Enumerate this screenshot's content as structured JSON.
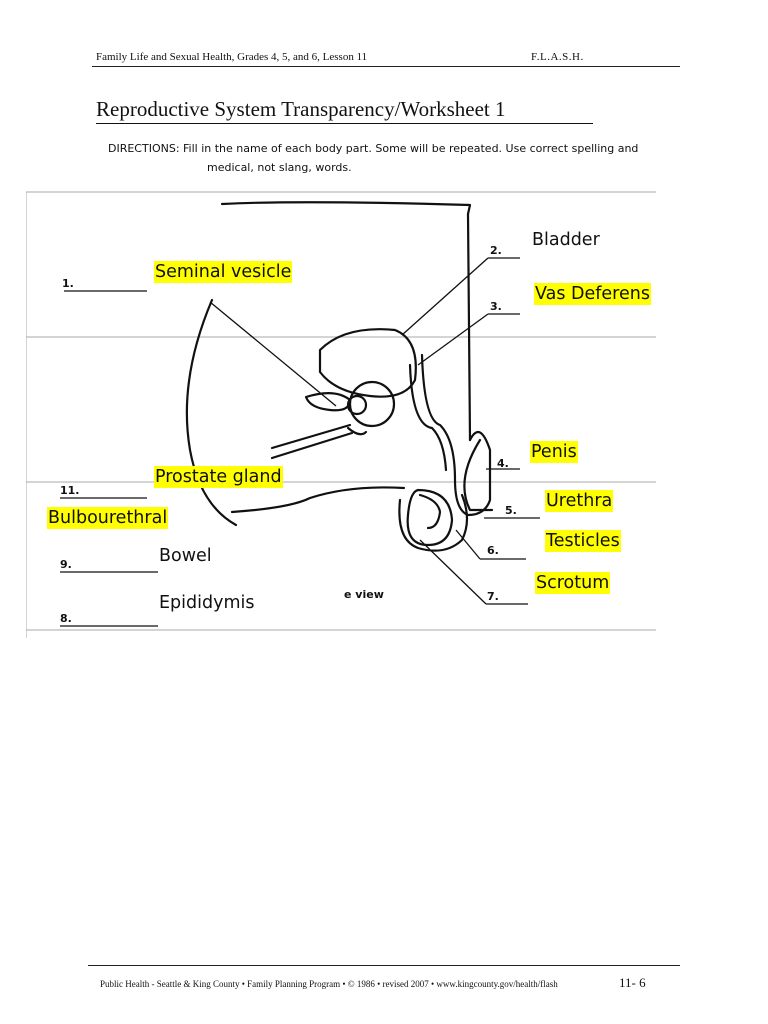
{
  "header": {
    "course": "Family Life and Sexual Health, Grades 4, 5, and 6, Lesson 11",
    "program": "F.L.A.S.H."
  },
  "title": "Reproductive System Transparency/Worksheet 1",
  "directions": {
    "line1": "DIRECTIONS: Fill in the name of each body part.  Some will be repeated.  Use correct spelling and",
    "line2": "medical, not slang, words."
  },
  "diagram": {
    "numbers": [
      "1.",
      "2.",
      "3.",
      "4.",
      "5.",
      "6.",
      "7.",
      "8.",
      "9.",
      "11."
    ],
    "view_caption": "e view",
    "labels": {
      "seminal_vesicle": "Seminal vesicle",
      "bladder": "Bladder",
      "vas_deferens": "Vas Deferens",
      "penis": "Penis",
      "prostate_gland": "Prostate gland",
      "urethra": "Urethra",
      "bulbourethral": "Bulbourethral",
      "testicles": "Testicles",
      "bowel": "Bowel",
      "scrotum": "Scrotum",
      "epididymis": "Epididymis"
    },
    "highlight_color": "#ffff00"
  },
  "footer": {
    "credit": "Public Health - Seattle & King County • Family Planning Program • © 1986 • revised 2007 • www.kingcounty.gov/health/flash",
    "page": "11- 6"
  }
}
